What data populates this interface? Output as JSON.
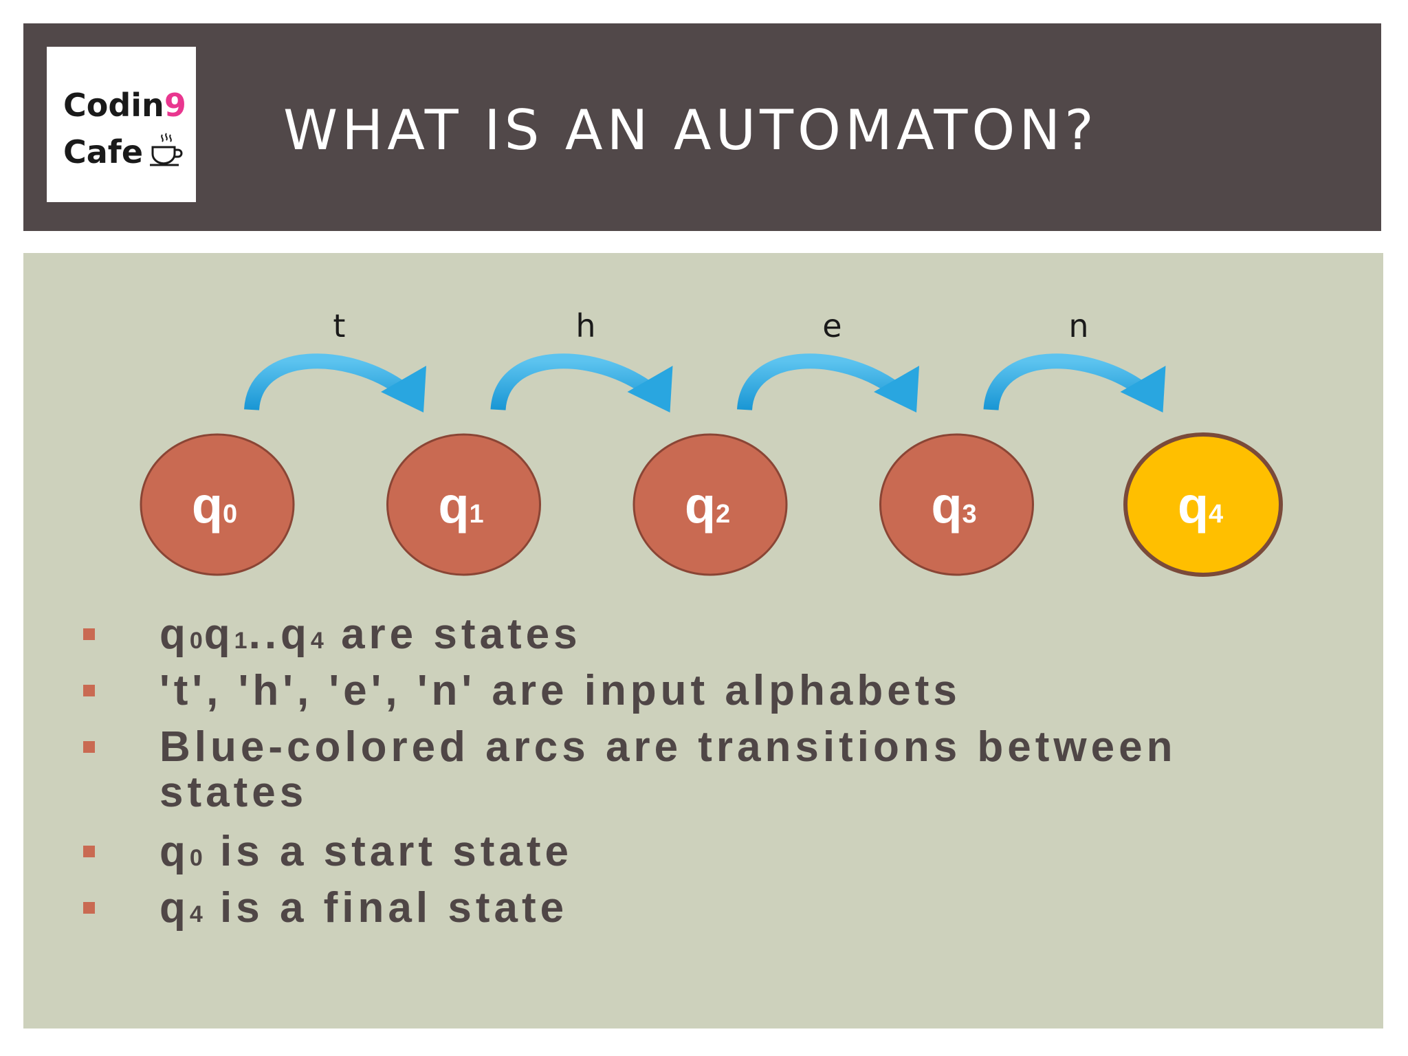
{
  "header": {
    "logo": {
      "line1_prefix": "Codin",
      "line1_accent": "9",
      "line2": "Cafe"
    },
    "title": "WHAT IS AN AUTOMATON?"
  },
  "diagram": {
    "transitions": [
      {
        "from": "q0",
        "to": "q1",
        "symbol": "t"
      },
      {
        "from": "q1",
        "to": "q2",
        "symbol": "h"
      },
      {
        "from": "q2",
        "to": "q3",
        "symbol": "e"
      },
      {
        "from": "q3",
        "to": "q4",
        "symbol": "n"
      }
    ],
    "states": [
      {
        "id": "q0",
        "letter": "q",
        "sub": "0",
        "final": false
      },
      {
        "id": "q1",
        "letter": "q",
        "sub": "1",
        "final": false
      },
      {
        "id": "q2",
        "letter": "q",
        "sub": "2",
        "final": false
      },
      {
        "id": "q3",
        "letter": "q",
        "sub": "3",
        "final": false
      },
      {
        "id": "q4",
        "letter": "q",
        "sub": "4",
        "final": true
      }
    ]
  },
  "bullets": [
    {
      "parts": [
        "q",
        "0",
        "q",
        "1",
        "..q",
        "4",
        " are states"
      ]
    },
    {
      "parts": [
        "'t', 'h', 'e', 'n' are input alphabets"
      ]
    },
    {
      "parts": [
        "Blue-colored arcs are transitions between states"
      ]
    },
    {
      "parts": [
        "q",
        "0",
        " is a start state"
      ]
    },
    {
      "parts": [
        "q",
        "4",
        " is a final state"
      ]
    }
  ],
  "colors": {
    "header_bg": "#514849",
    "content_bg": "#cdd1bc",
    "state_fill": "#c96a52",
    "final_fill": "#ffbf00",
    "arc": "#29a6e0",
    "bullet_text": "#4f4646",
    "bullet_mark": "#c96a52"
  },
  "icons": [
    "coffee-cup-icon",
    "bullet-square-icon",
    "transition-arrow-icon"
  ]
}
